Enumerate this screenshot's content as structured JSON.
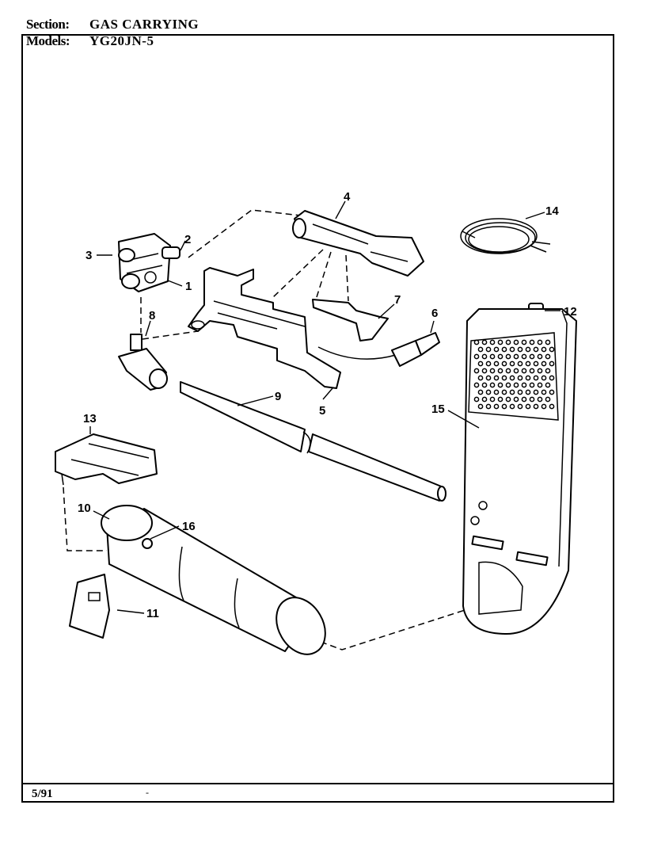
{
  "header": {
    "section_label": "Section:",
    "section_value": "GAS CARRYING",
    "models_label": "Models:",
    "models_value": "YG20JN-5"
  },
  "footer": {
    "date": "5/91",
    "mark": "-"
  },
  "callouts": {
    "p1": "1",
    "p2": "2",
    "p3": "3",
    "p4": "4",
    "p5": "5",
    "p6": "6",
    "p7": "7",
    "p8": "8",
    "p9": "9",
    "p10": "10",
    "p11": "11",
    "p12": "12",
    "p13": "13",
    "p14": "14",
    "p15": "15",
    "p16": "16"
  }
}
